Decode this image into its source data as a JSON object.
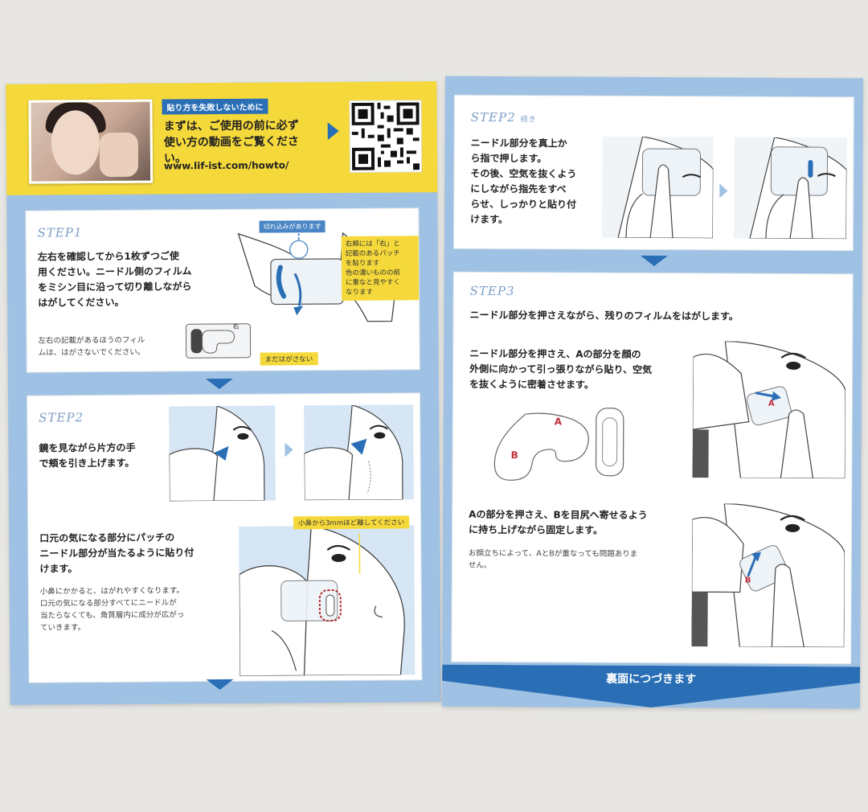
{
  "banner": {
    "tag": "貼り方を失敗しないために",
    "line1": "まずは、ご使用の前に必ず",
    "line2": "使い方の動画をご覧ください。",
    "url": "www.lif-ist.com/howto/"
  },
  "step1": {
    "title": "STEP1",
    "body": [
      "左右を確認してから1枚ずつご使",
      "用ください。ニードル側のフィルム",
      "をミシン目に沿って切り離しながら",
      "はがしてください。"
    ],
    "note": [
      "左右の記載があるほうのフィル",
      "ムは、はがさないでください。"
    ],
    "tag_cut": "切れ込みがあります",
    "callout": [
      "右頬には「右」と",
      "記載のあるパッチ",
      "を貼ります",
      "色の濃いものの前",
      "に重なと見やすく",
      "なります"
    ],
    "tag_keep": "まだはがさない",
    "film_label": "右"
  },
  "step2": {
    "title": "STEP2",
    "body": [
      "鏡を見ながら片方の手",
      "で頬を引き上げます。"
    ],
    "body2": [
      "口元の気になる部分にパッチの",
      "ニードル部分が当たるように貼り付",
      "けます。"
    ],
    "note2": [
      "小鼻にかかると、はがれやすくなります。",
      "口元の気になる部分すべてにニードルが",
      "当たらなくても、角質層内に成分が広がっ",
      "ていきます。"
    ],
    "tag_nose": "小鼻から3mmほど離してください"
  },
  "step2cont": {
    "title": "STEP2",
    "suffix": "続き",
    "body": [
      "ニードル部分を真上か",
      "ら指で押します。",
      "その後、空気を抜くよう",
      "にしながら指先をすべ",
      "らせ、しっかりと貼り付",
      "けます。"
    ]
  },
  "step3": {
    "title": "STEP3",
    "intro": "ニードル部分を押さえながら、残りのフィルムをはがします。",
    "para1": [
      "ニードル部分を押さえ、Aの部分を顔の",
      "外側に向かって引っ張りながら貼り、空気",
      "を抜くように密着させます。"
    ],
    "para2": [
      "Aの部分を押さえ、Bを目尻へ寄せるよう",
      "に持ち上げながら固定します。"
    ],
    "note": [
      "お顔立ちによって、AとBが重なっても問題ありま",
      "せん。"
    ],
    "label_a": "A",
    "label_b": "B"
  },
  "footer": {
    "text": "裏面につづきます"
  },
  "colors": {
    "accent": "#2a6fb6",
    "yellow": "#f5d93b",
    "page_blue": "#9fc1e3",
    "step_blue": "#7d9ec6",
    "ab_red": "#c0303a"
  }
}
